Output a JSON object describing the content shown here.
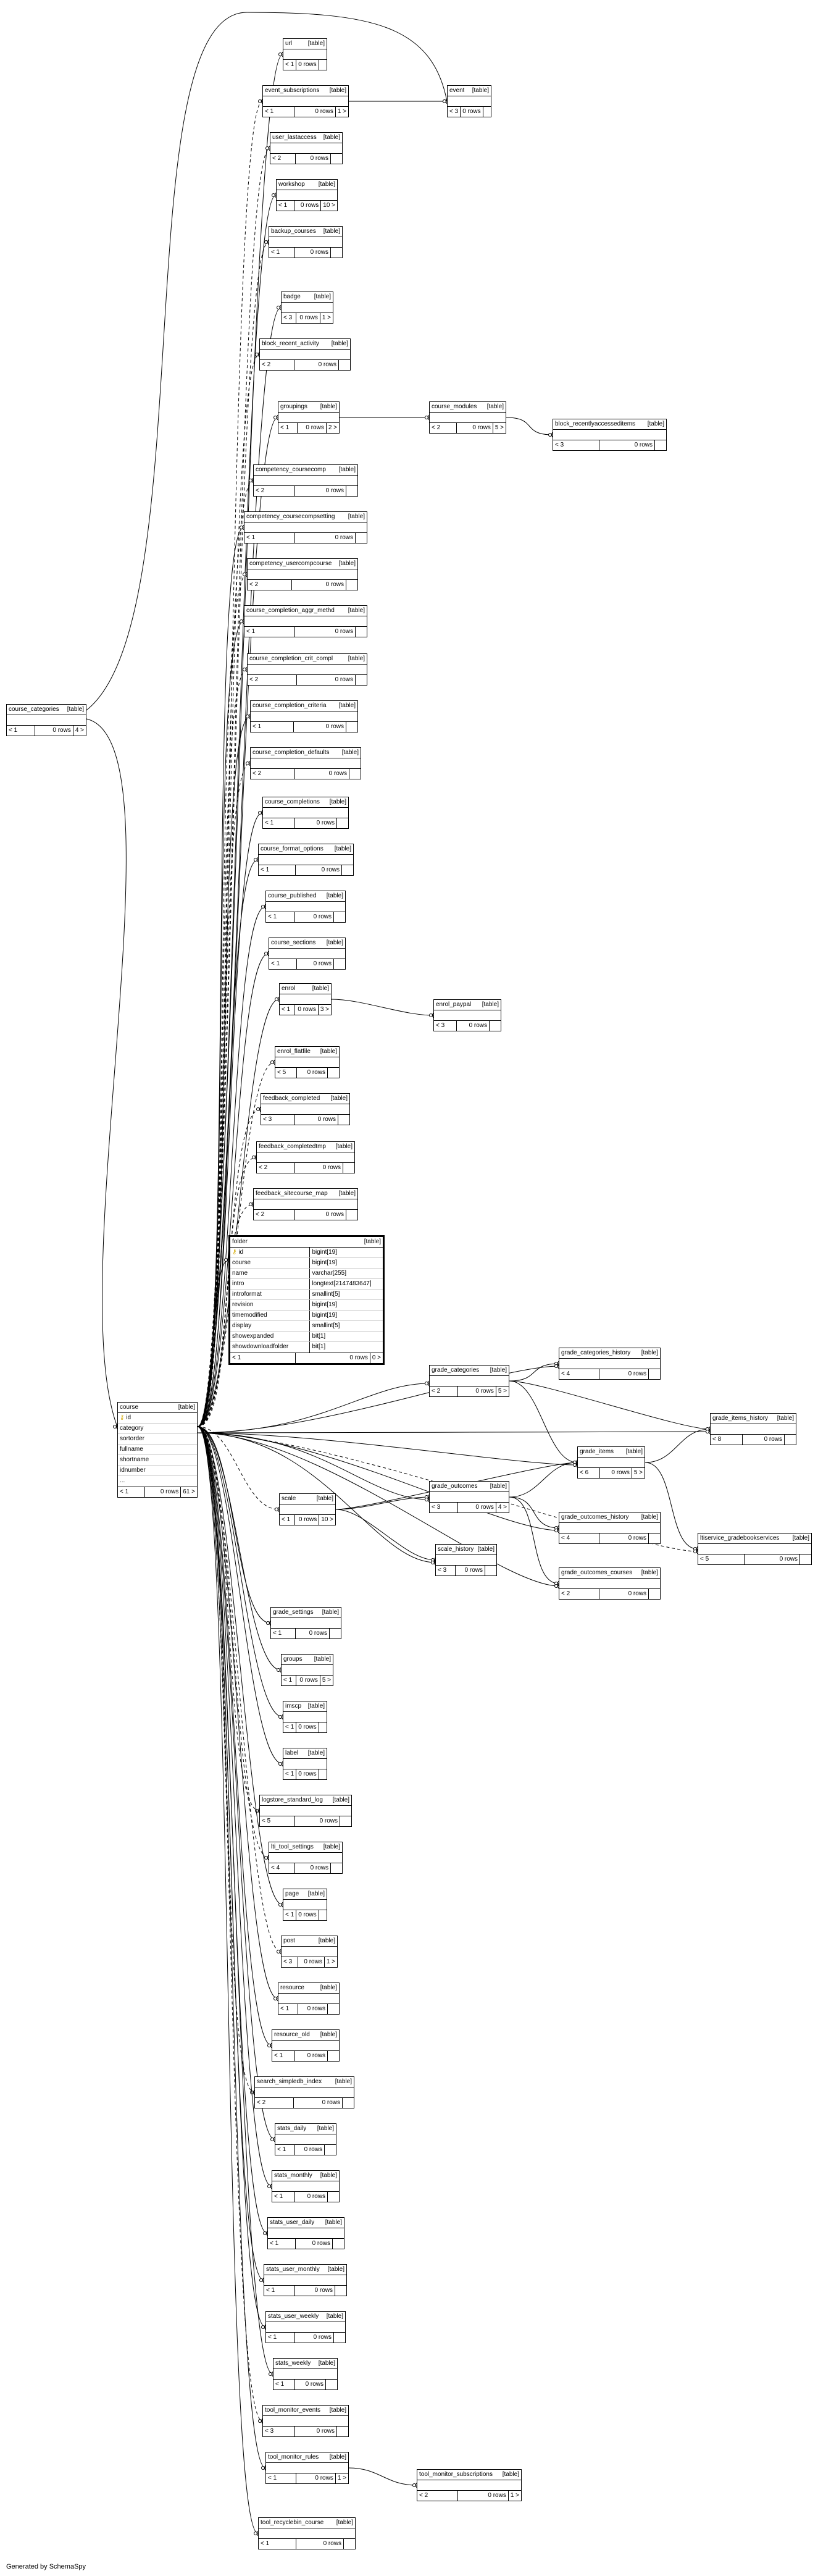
{
  "footer": "Generated by SchemaSpy",
  "tables": [
    {
      "name": "url",
      "kind": "[table]",
      "left": "< 1",
      "rows": "0 rows",
      "right": ""
    },
    {
      "name": "event_subscriptions",
      "kind": "[table]",
      "left": "< 1",
      "rows": "0 rows",
      "right": "1 >"
    },
    {
      "name": "event",
      "kind": "[table]",
      "left": "< 3",
      "rows": "0 rows",
      "right": ""
    },
    {
      "name": "user_lastaccess",
      "kind": "[table]",
      "left": "< 2",
      "rows": "0 rows",
      "right": ""
    },
    {
      "name": "workshop",
      "kind": "[table]",
      "left": "< 1",
      "rows": "0 rows",
      "right": "10 >"
    },
    {
      "name": "backup_courses",
      "kind": "[table]",
      "left": "< 1",
      "rows": "0 rows",
      "right": ""
    },
    {
      "name": "badge",
      "kind": "[table]",
      "left": "< 3",
      "rows": "0 rows",
      "right": "1 >"
    },
    {
      "name": "block_recent_activity",
      "kind": "[table]",
      "left": "< 2",
      "rows": "0 rows",
      "right": ""
    },
    {
      "name": "groupings",
      "kind": "[table]",
      "left": "< 1",
      "rows": "0 rows",
      "right": "2 >"
    },
    {
      "name": "course_modules",
      "kind": "[table]",
      "left": "< 2",
      "rows": "0 rows",
      "right": "5 >"
    },
    {
      "name": "block_recentlyaccesseditems",
      "kind": "[table]",
      "left": "< 3",
      "rows": "0 rows",
      "right": ""
    },
    {
      "name": "competency_coursecomp",
      "kind": "[table]",
      "left": "< 2",
      "rows": "0 rows",
      "right": ""
    },
    {
      "name": "competency_coursecompsetting",
      "kind": "[table]",
      "left": "< 1",
      "rows": "0 rows",
      "right": ""
    },
    {
      "name": "competency_usercompcourse",
      "kind": "[table]",
      "left": "< 2",
      "rows": "0 rows",
      "right": ""
    },
    {
      "name": "course_categories",
      "kind": "[table]",
      "left": "< 1",
      "rows": "0 rows",
      "right": "4 >"
    },
    {
      "name": "course_completion_aggr_methd",
      "kind": "[table]",
      "left": "< 1",
      "rows": "0 rows",
      "right": ""
    },
    {
      "name": "course_completion_crit_compl",
      "kind": "[table]",
      "left": "< 2",
      "rows": "0 rows",
      "right": ""
    },
    {
      "name": "course_completion_criteria",
      "kind": "[table]",
      "left": "< 1",
      "rows": "0 rows",
      "right": ""
    },
    {
      "name": "course_completion_defaults",
      "kind": "[table]",
      "left": "< 2",
      "rows": "0 rows",
      "right": ""
    },
    {
      "name": "course_completions",
      "kind": "[table]",
      "left": "< 1",
      "rows": "0 rows",
      "right": ""
    },
    {
      "name": "course_format_options",
      "kind": "[table]",
      "left": "< 1",
      "rows": "0 rows",
      "right": ""
    },
    {
      "name": "course_published",
      "kind": "[table]",
      "left": "< 1",
      "rows": "0 rows",
      "right": ""
    },
    {
      "name": "course_sections",
      "kind": "[table]",
      "left": "< 1",
      "rows": "0 rows",
      "right": ""
    },
    {
      "name": "enrol",
      "kind": "[table]",
      "left": "< 1",
      "rows": "0 rows",
      "right": "3 >"
    },
    {
      "name": "enrol_paypal",
      "kind": "[table]",
      "left": "< 3",
      "rows": "0 rows",
      "right": ""
    },
    {
      "name": "enrol_flatfile",
      "kind": "[table]",
      "left": "< 5",
      "rows": "0 rows",
      "right": ""
    },
    {
      "name": "feedback_completed",
      "kind": "[table]",
      "left": "< 3",
      "rows": "0 rows",
      "right": ""
    },
    {
      "name": "feedback_completedtmp",
      "kind": "[table]",
      "left": "< 2",
      "rows": "0 rows",
      "right": ""
    },
    {
      "name": "feedback_sitecourse_map",
      "kind": "[table]",
      "left": "< 2",
      "rows": "0 rows",
      "right": ""
    },
    {
      "name": "grade_categories_history",
      "kind": "[table]",
      "left": "< 4",
      "rows": "0 rows",
      "right": ""
    },
    {
      "name": "grade_categories",
      "kind": "[table]",
      "left": "< 2",
      "rows": "0 rows",
      "right": "5 >"
    },
    {
      "name": "grade_items_history",
      "kind": "[table]",
      "left": "< 8",
      "rows": "0 rows",
      "right": ""
    },
    {
      "name": "grade_items",
      "kind": "[table]",
      "left": "< 6",
      "rows": "0 rows",
      "right": "5 >"
    },
    {
      "name": "grade_outcomes",
      "kind": "[table]",
      "left": "< 3",
      "rows": "0 rows",
      "right": "4 >"
    },
    {
      "name": "grade_outcomes_history",
      "kind": "[table]",
      "left": "< 4",
      "rows": "0 rows",
      "right": ""
    },
    {
      "name": "ltiservice_gradebookservices",
      "kind": "[table]",
      "left": "< 5",
      "rows": "0 rows",
      "right": ""
    },
    {
      "name": "scale",
      "kind": "[table]",
      "left": "< 1",
      "rows": "0 rows",
      "right": "10 >"
    },
    {
      "name": "scale_history",
      "kind": "[table]",
      "left": "< 3",
      "rows": "0 rows",
      "right": ""
    },
    {
      "name": "grade_outcomes_courses",
      "kind": "[table]",
      "left": "< 2",
      "rows": "0 rows",
      "right": ""
    },
    {
      "name": "grade_settings",
      "kind": "[table]",
      "left": "< 1",
      "rows": "0 rows",
      "right": ""
    },
    {
      "name": "groups",
      "kind": "[table]",
      "left": "< 1",
      "rows": "0 rows",
      "right": "5 >"
    },
    {
      "name": "imscp",
      "kind": "[table]",
      "left": "< 1",
      "rows": "0 rows",
      "right": ""
    },
    {
      "name": "label",
      "kind": "[table]",
      "left": "< 1",
      "rows": "0 rows",
      "right": ""
    },
    {
      "name": "logstore_standard_log",
      "kind": "[table]",
      "left": "< 5",
      "rows": "0 rows",
      "right": ""
    },
    {
      "name": "lti_tool_settings",
      "kind": "[table]",
      "left": "< 4",
      "rows": "0 rows",
      "right": ""
    },
    {
      "name": "page",
      "kind": "[table]",
      "left": "< 1",
      "rows": "0 rows",
      "right": ""
    },
    {
      "name": "post",
      "kind": "[table]",
      "left": "< 3",
      "rows": "0 rows",
      "right": "1 >"
    },
    {
      "name": "resource",
      "kind": "[table]",
      "left": "< 1",
      "rows": "0 rows",
      "right": ""
    },
    {
      "name": "resource_old",
      "kind": "[table]",
      "left": "< 1",
      "rows": "0 rows",
      "right": ""
    },
    {
      "name": "search_simpledb_index",
      "kind": "[table]",
      "left": "< 2",
      "rows": "0 rows",
      "right": ""
    },
    {
      "name": "stats_daily",
      "kind": "[table]",
      "left": "< 1",
      "rows": "0 rows",
      "right": ""
    },
    {
      "name": "stats_monthly",
      "kind": "[table]",
      "left": "< 1",
      "rows": "0 rows",
      "right": ""
    },
    {
      "name": "stats_user_daily",
      "kind": "[table]",
      "left": "< 1",
      "rows": "0 rows",
      "right": ""
    },
    {
      "name": "stats_user_monthly",
      "kind": "[table]",
      "left": "< 1",
      "rows": "0 rows",
      "right": ""
    },
    {
      "name": "stats_user_weekly",
      "kind": "[table]",
      "left": "< 1",
      "rows": "0 rows",
      "right": ""
    },
    {
      "name": "stats_weekly",
      "kind": "[table]",
      "left": "< 1",
      "rows": "0 rows",
      "right": ""
    },
    {
      "name": "tool_monitor_events",
      "kind": "[table]",
      "left": "< 3",
      "rows": "0 rows",
      "right": ""
    },
    {
      "name": "tool_monitor_rules",
      "kind": "[table]",
      "left": "< 1",
      "rows": "0 rows",
      "right": "1 >"
    },
    {
      "name": "tool_monitor_subscriptions",
      "kind": "[table]",
      "left": "< 2",
      "rows": "0 rows",
      "right": "1 >"
    },
    {
      "name": "tool_recyclebin_course",
      "kind": "[table]",
      "left": "< 1",
      "rows": "0 rows",
      "right": ""
    }
  ],
  "folder": {
    "name": "folder",
    "kind": "[table]",
    "left": "< 1",
    "rows": "0 rows",
    "right": "0 >",
    "columns": [
      {
        "name": "id",
        "type": "bigint[19]",
        "key": true
      },
      {
        "name": "course",
        "type": "bigint[19]",
        "key": false
      },
      {
        "name": "name",
        "type": "varchar[255]",
        "key": false
      },
      {
        "name": "intro",
        "type": "longtext[2147483647]",
        "key": false
      },
      {
        "name": "introformat",
        "type": "smallint[5]",
        "key": false
      },
      {
        "name": "revision",
        "type": "bigint[19]",
        "key": false
      },
      {
        "name": "timemodified",
        "type": "bigint[19]",
        "key": false
      },
      {
        "name": "display",
        "type": "smallint[5]",
        "key": false
      },
      {
        "name": "showexpanded",
        "type": "bit[1]",
        "key": false
      },
      {
        "name": "showdownloadfolder",
        "type": "bit[1]",
        "key": false
      }
    ]
  },
  "course": {
    "name": "course",
    "kind": "[table]",
    "left": "< 1",
    "rows": "0 rows",
    "right": "61 >",
    "columns": [
      {
        "name": "id",
        "key": true
      },
      {
        "name": "category",
        "key": false
      },
      {
        "name": "sortorder",
        "key": false
      },
      {
        "name": "fullname",
        "key": false
      },
      {
        "name": "shortname",
        "key": false
      },
      {
        "name": "idnumber",
        "key": false
      }
    ],
    "more": "..."
  }
}
